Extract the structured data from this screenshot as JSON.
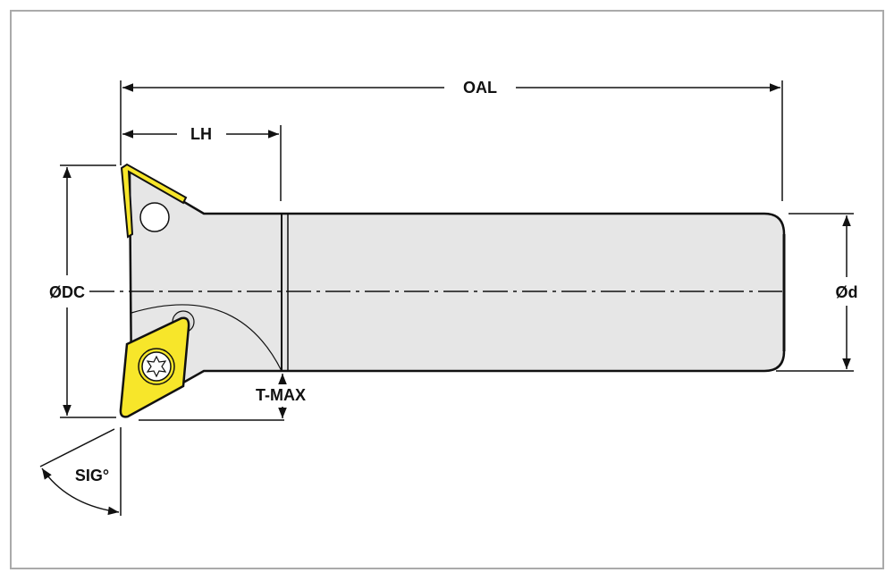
{
  "labels": {
    "oal": "OAL",
    "lh": "LH",
    "dc": "ØDC",
    "d": "Ød",
    "tmax": "T-MAX",
    "sig": "SIG°"
  },
  "colors": {
    "body": "#e6e6e6",
    "insert": "#f7e62a",
    "outline": "#111111",
    "frame": "#aaaaaa"
  }
}
